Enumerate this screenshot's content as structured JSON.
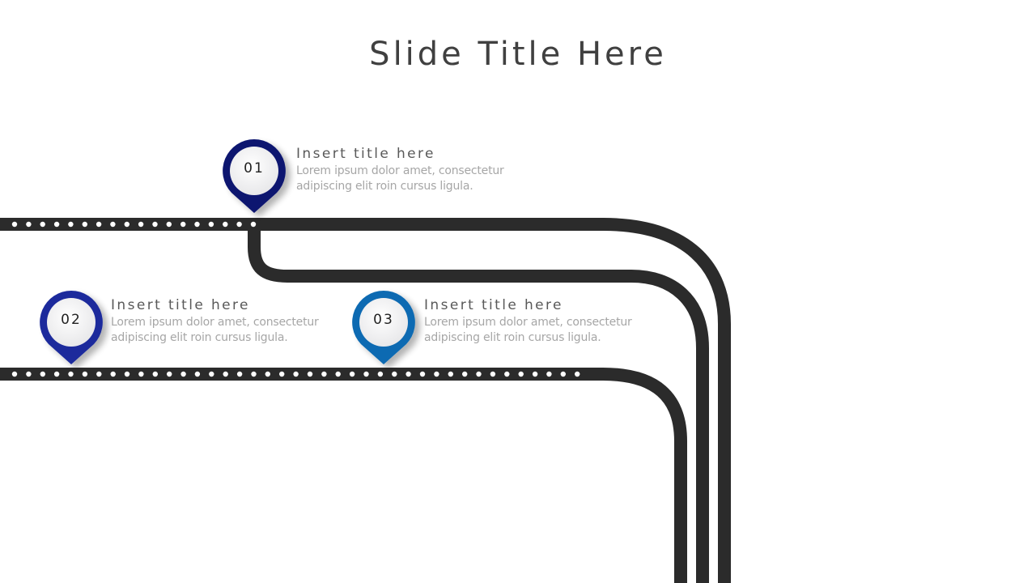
{
  "slide": {
    "title": "Slide Title Here"
  },
  "colors": {
    "road": "#2b2b2b",
    "dot": "#ffffff",
    "pin_1": "#0b1470",
    "pin_2": "#1a2b9c",
    "pin_3": "#0c6bb2",
    "title_text": "#404040",
    "step_title_text": "#595959",
    "step_desc_text": "#a6a6a6"
  },
  "steps": [
    {
      "number": "01",
      "title": "Insert title here",
      "description_line1": "Lorem ipsum dolor amet, consectetur",
      "description_line2": "adipiscing elit roin cursus ligula."
    },
    {
      "number": "02",
      "title": "Insert title here",
      "description_line1": "Lorem ipsum dolor amet, consectetur",
      "description_line2": "adipiscing elit roin cursus ligula."
    },
    {
      "number": "03",
      "title": "Insert title here",
      "description_line1": "Lorem ipsum dolor amet, consectetur",
      "description_line2": "adipiscing elit roin cursus ligula."
    }
  ]
}
